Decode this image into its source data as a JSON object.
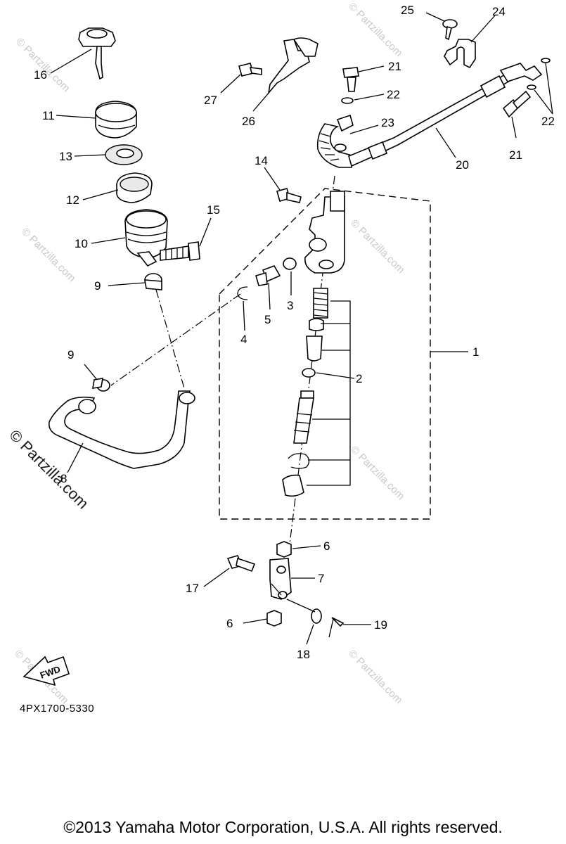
{
  "diagram": {
    "callouts": {
      "p1": "1",
      "p2": "2",
      "p3": "3",
      "p4": "4",
      "p5": "5",
      "p6a": "6",
      "p6b": "6",
      "p7": "7",
      "p8": "8",
      "p9a": "9",
      "p9b": "9",
      "p10": "10",
      "p11": "11",
      "p12": "12",
      "p13": "13",
      "p14": "14",
      "p15": "15",
      "p16": "16",
      "p17": "17",
      "p18": "18",
      "p19": "19",
      "p20": "20",
      "p21a": "21",
      "p21b": "21",
      "p22a": "22",
      "p22b": "22",
      "p23": "23",
      "p24": "24",
      "p25": "25",
      "p26": "26",
      "p27": "27"
    },
    "fwd_label": "FWD",
    "drawing_code": "4PX1700-5330"
  },
  "watermarks": {
    "small": "© Partzilla.com",
    "large": "© Partzilla.com"
  },
  "footer": {
    "copyright": "©2013 Yamaha Motor Corporation, U.S.A. All rights reserved."
  }
}
